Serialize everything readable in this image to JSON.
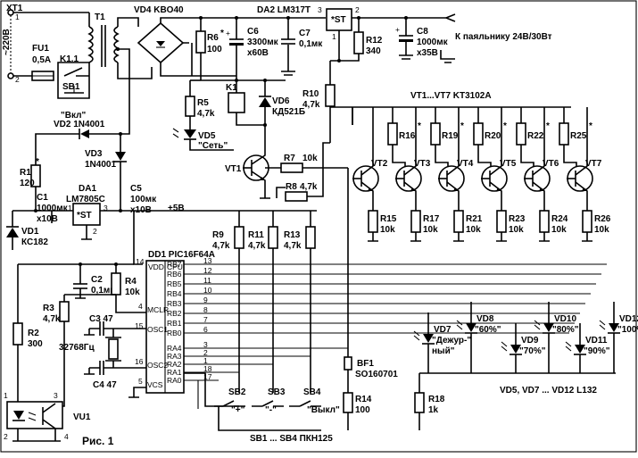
{
  "caption": "Рис. 1",
  "blocks": {
    "xt1": {
      "ref": "XT1",
      "pin1": "1",
      "pin2": "2",
      "voltage": "~220В"
    },
    "fu1": {
      "ref": "FU1",
      "value": "0,5А"
    },
    "k1_contact": {
      "ref": "K1.1"
    },
    "sb1": {
      "ref": "SB1",
      "label": "\"Вкл\""
    },
    "t1": {
      "ref": "T1"
    },
    "vd4": {
      "ref": "VD4 KBO40"
    },
    "r6": {
      "ref": "R6",
      "asterisk": "*",
      "value": "100"
    },
    "c6": {
      "ref": "C6",
      "value": "3300мк",
      "rating": "x60В"
    },
    "c7": {
      "ref": "C7",
      "value": "0,1мк"
    },
    "da2": {
      "ref": "DA2 LM317T",
      "pin3": "3",
      "pin2": "2",
      "pin1": "1",
      "core": "*ST"
    },
    "r12": {
      "ref": "R12",
      "value": "340"
    },
    "c8": {
      "ref": "C8",
      "value": "1000мк",
      "rating": "x35В"
    },
    "output": {
      "label": "К паяльнику 24В/30Вт"
    },
    "r5": {
      "ref": "R5",
      "value": "4,7k"
    },
    "k1": {
      "ref": "K1"
    },
    "vd6": {
      "ref": "VD6",
      "value": "КД521Б"
    },
    "r10": {
      "ref": "R10",
      "value": "4,7k"
    },
    "vd5": {
      "ref": "VD5",
      "label": "\"Сеть\""
    },
    "vt1": {
      "ref": "VT1"
    },
    "r7": {
      "ref": "R7",
      "value": "10k"
    },
    "r8": {
      "ref": "R8",
      "value": "4,7k"
    },
    "vt_group": {
      "label": "VT1...VT7 KT3102A"
    },
    "vd2": {
      "ref": "VD2 1N4001"
    },
    "vd3": {
      "ref": "VD3",
      "value": "1N4001"
    },
    "r1": {
      "ref": "R1",
      "asterisk": "*",
      "value": "120"
    },
    "c1": {
      "ref": "C1",
      "value": "1000мк",
      "rating": "x10В"
    },
    "da1": {
      "ref": "DA1",
      "value": "LM7805C",
      "core": "*ST",
      "pin1": "1",
      "pin2": "2",
      "pin3": "3"
    },
    "c5": {
      "ref": "C5",
      "value": "100мк",
      "rating": "x10В"
    },
    "vd1": {
      "ref": "VD1",
      "value": "КС182"
    },
    "plus5": {
      "label": "+5В"
    },
    "dd1": {
      "ref": "DD1 PIC16F64A",
      "cpu": "CPU",
      "vdd": "VDD",
      "mclr": "MCLR",
      "osc1": "OSC1",
      "osc2": "OSC2",
      "vcs": "VCS",
      "pin14": "14",
      "pin4": "4",
      "pin15": "15",
      "pin16": "16",
      "pin5": "5",
      "rb": [
        {
          "n": "RB7",
          "p": "13"
        },
        {
          "n": "RB6",
          "p": "12"
        },
        {
          "n": "RB5",
          "p": "11"
        },
        {
          "n": "RB4",
          "p": "10"
        },
        {
          "n": "RB3",
          "p": "9"
        },
        {
          "n": "RB2",
          "p": "8"
        },
        {
          "n": "RB1",
          "p": "7"
        },
        {
          "n": "RB0",
          "p": "6"
        }
      ],
      "ra": [
        {
          "n": "RA4",
          "p": "3"
        },
        {
          "n": "RA3",
          "p": "2"
        },
        {
          "n": "RA2",
          "p": "1"
        },
        {
          "n": "RA1",
          "p": "18"
        },
        {
          "n": "RA0",
          "p": "17"
        }
      ]
    },
    "c2": {
      "ref": "C2",
      "value": "0,1мк"
    },
    "r4": {
      "ref": "R4",
      "value": "10k"
    },
    "r3": {
      "ref": "R3",
      "value": "4,7k"
    },
    "r2": {
      "ref": "R2",
      "value": "300"
    },
    "c3": {
      "ref": "C3 47"
    },
    "c4": {
      "ref": "C4 47"
    },
    "xtal": {
      "label": "32768Гц"
    },
    "r9": {
      "ref": "R9",
      "value": "4,7k"
    },
    "r11": {
      "ref": "R11",
      "value": "4,7k"
    },
    "r13": {
      "ref": "R13",
      "value": "4,7k"
    },
    "sb2": {
      "ref": "SB2",
      "label": "\"+\""
    },
    "sb3": {
      "ref": "SB3",
      "label": "\"-\""
    },
    "sb4": {
      "ref": "SB4",
      "label": "\"Выкл\""
    },
    "sb_group": {
      "label": "SB1 ... SB4 ПКН125"
    },
    "bf1": {
      "ref": "BF1",
      "value": "SO160701"
    },
    "r14": {
      "ref": "R14",
      "value": "100"
    },
    "r18": {
      "ref": "R18",
      "value": "1k"
    },
    "vu1": {
      "ref": "VU1",
      "pin1": "1",
      "pin2": "2",
      "pin3": "3",
      "pin4": "4"
    },
    "transistors": [
      {
        "ref": "VT2",
        "r_emit": "R15",
        "r_emit_value": "10k",
        "r_coll": "R16",
        "ast": "*"
      },
      {
        "ref": "VT3",
        "r_emit": "R17",
        "r_emit_value": "10k",
        "r_coll": "R19",
        "ast": "*"
      },
      {
        "ref": "VT4",
        "r_emit": "R21",
        "r_emit_value": "10k",
        "r_coll": "R20",
        "ast": "*"
      },
      {
        "ref": "VT5",
        "r_emit": "R23",
        "r_emit_value": "10k",
        "r_coll": "R22",
        "ast": "*"
      },
      {
        "ref": "VT6",
        "r_emit": "R24",
        "r_emit_value": "10k",
        "r_coll": "R25",
        "ast": "*"
      },
      {
        "ref": "VT7",
        "r_emit": "R26",
        "r_emit_value": "10k",
        "r_coll": "",
        "ast": ""
      }
    ],
    "leds": [
      {
        "ref": "VD7",
        "label": "\"Дежур-\"",
        "label2": "ный\""
      },
      {
        "ref": "VD8",
        "label": "\"60%\""
      },
      {
        "ref": "VD9",
        "label": "\"70%\""
      },
      {
        "ref": "VD10",
        "label": "\"80%\""
      },
      {
        "ref": "VD11",
        "label": "\"90%\""
      },
      {
        "ref": "VD12",
        "label": "\"100%\""
      }
    ],
    "led_group": {
      "label": "VD5, VD7 ... VD12 L132"
    }
  }
}
